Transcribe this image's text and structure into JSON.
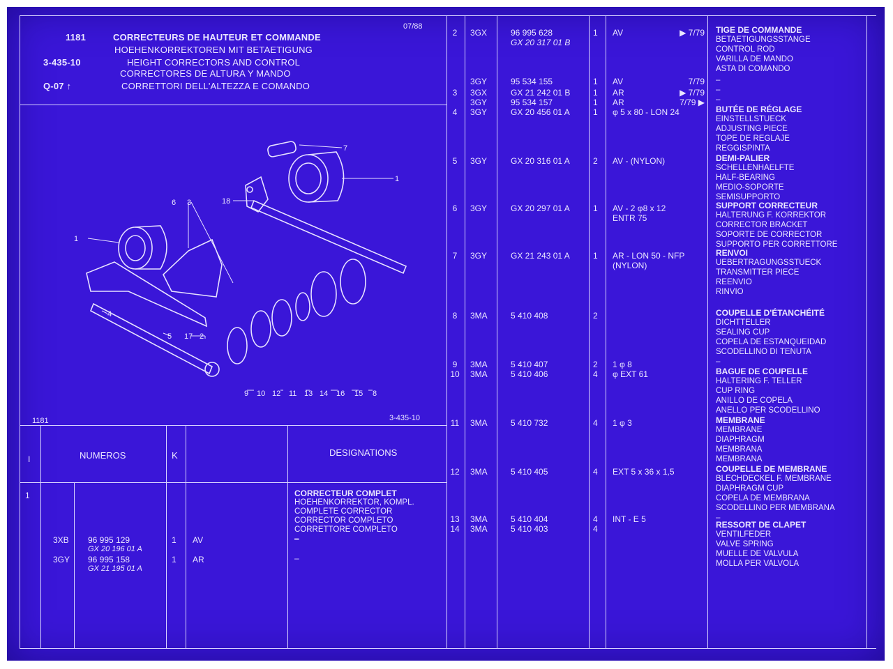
{
  "header": {
    "ref": "1181",
    "date": "07/88",
    "group": "3-435-10",
    "q_code": "Q-07",
    "titles": [
      "CORRECTEURS DE HAUTEUR ET COMMANDE",
      "HOEHENKORREKTOREN MIT BETAETIGUNG",
      "HEIGHT CORRECTORS AND CONTROL",
      "CORRECTORES DE ALTURA Y MANDO",
      "CORRETTORI DELL'ALTEZZA E COMANDO"
    ]
  },
  "drawing": {
    "ref_left": "1181",
    "ref_right": "3-435-10",
    "callouts": {
      "c1a": "1",
      "c1b": "1",
      "c7": "7",
      "c18": "18",
      "c6": "6",
      "c3": "3",
      "c4": "4",
      "c5": "5",
      "c17": "17",
      "c2": "2",
      "c9": "9",
      "c10": "10",
      "c12": "12",
      "c11": "11",
      "c13": "13",
      "c14": "14",
      "c16": "16",
      "c15": "15",
      "c8": "8"
    }
  },
  "table_header": {
    "col_index": "I",
    "col_numbers": "NUMEROS",
    "col_k": "K",
    "col_designations": "DESIGNATIONS"
  },
  "item1": {
    "index": "1",
    "rows": [
      {
        "code": "3XB",
        "number": "96 995 129",
        "alt": "GX 20 196 01 A",
        "qty": "1",
        "note": "AV",
        "dash": "–"
      },
      {
        "code": "3GY",
        "number": "96 995 158",
        "alt": "GX 21 195 01 A",
        "qty": "1",
        "note": "AR",
        "dash": "–"
      }
    ],
    "designation": [
      "CORRECTEUR COMPLET",
      "HOEHENKORREKTOR, KOMPL.",
      "COMPLETE CORRECTOR",
      "CORRECTOR COMPLETO",
      "CORRETTORE COMPLETO",
      "–"
    ]
  },
  "parts": [
    {
      "index": "2",
      "code": "3GX",
      "number": "96 995 628",
      "alt": "GX 20 317 01 B",
      "qty": "1",
      "note": "AV",
      "mark": "▶ 7/79"
    },
    {
      "index": "",
      "code": "3GY",
      "number": "95 534 155",
      "alt": "",
      "qty": "1",
      "note": "AV",
      "mark": "7/79"
    },
    {
      "index": "3",
      "code": "3GX",
      "number": "GX 21 242 01 B",
      "alt": "",
      "qty": "1",
      "note": "AR",
      "mark": "▶ 7/79"
    },
    {
      "index": "",
      "code": "3GY",
      "number": "95 534 157",
      "alt": "",
      "qty": "1",
      "note": "AR",
      "mark": "7/79 ▶"
    },
    {
      "index": "4",
      "code": "3GY",
      "number": "GX 20 456 01 A",
      "alt": "",
      "qty": "1",
      "note": "φ 5 x 80 - LON 24",
      "mark": ""
    },
    {
      "index": "5",
      "code": "3GY",
      "number": "GX 20 316 01 A",
      "alt": "",
      "qty": "2",
      "note": "AV - (NYLON)",
      "mark": ""
    },
    {
      "index": "6",
      "code": "3GY",
      "number": "GX 20 297 01 A",
      "alt": "",
      "qty": "1",
      "note": "AV - 2 φ8 x 12",
      "note2": "ENTR 75",
      "mark": ""
    },
    {
      "index": "7",
      "code": "3GY",
      "number": "GX 21 243 01 A",
      "alt": "",
      "qty": "1",
      "note": "AR - LON 50 - NFP",
      "note2": "(NYLON)",
      "mark": ""
    },
    {
      "index": "8",
      "code": "3MA",
      "number": "5 410 408",
      "alt": "",
      "qty": "2",
      "note": "",
      "mark": ""
    },
    {
      "index": "9",
      "code": "3MA",
      "number": "5 410 407",
      "alt": "",
      "qty": "2",
      "note": "1 φ 8",
      "mark": ""
    },
    {
      "index": "10",
      "code": "3MA",
      "number": "5 410 406",
      "alt": "",
      "qty": "4",
      "note": "φ EXT 61",
      "mark": ""
    },
    {
      "index": "11",
      "code": "3MA",
      "number": "5 410 732",
      "alt": "",
      "qty": "4",
      "note": "1 φ 3",
      "mark": ""
    },
    {
      "index": "12",
      "code": "3MA",
      "number": "5 410 405",
      "alt": "",
      "qty": "4",
      "note": "EXT 5 x 36 x 1,5",
      "mark": ""
    },
    {
      "index": "13",
      "code": "3MA",
      "number": "5 410 404",
      "alt": "",
      "qty": "4",
      "note": "INT - E 5",
      "mark": ""
    },
    {
      "index": "14",
      "code": "3MA",
      "number": "5 410 403",
      "alt": "",
      "qty": "4",
      "note": "",
      "mark": ""
    }
  ],
  "designations": [
    [
      "TIGE DE COMMANDE",
      "BETAETIGUNGSSTANGE",
      "CONTROL ROD",
      "VARILLA DE MANDO",
      "ASTA DI COMANDO",
      "–",
      "–",
      "–"
    ],
    [
      "BUTÉE DE RÉGLAGE",
      "EINSTELLSTUECK",
      "ADJUSTING PIECE",
      "TOPE DE REGLAJE",
      "REGGISPINTA"
    ],
    [
      "DEMI-PALIER",
      "SCHELLENHAELFTE",
      "HALF-BEARING",
      "MEDIO-SOPORTE",
      "SEMISUPPORTO"
    ],
    [
      "SUPPORT CORRECTEUR",
      "HALTERUNG F. KORREKTOR",
      "CORRECTOR BRACKET",
      "SOPORTE DE CORRECTOR",
      "SUPPORTO PER CORRETTORE"
    ],
    [
      "RENVOI",
      "UEBERTRAGUNGSSTUECK",
      "TRANSMITTER PIECE",
      "REENVIO",
      "RINVIO"
    ],
    [
      "COUPELLE D'ÉTANCHÉITÉ",
      "DICHTTELLER",
      "SEALING CUP",
      "COPELA DE ESTANQUEIDAD",
      "SCODELLINO DI TENUTA",
      "–"
    ],
    [
      "BAGUE DE COUPELLE",
      "HALTERING F. TELLER",
      "CUP RING",
      "ANILLO DE COPELA",
      "ANELLO PER SCODELLINO"
    ],
    [
      "MEMBRANE",
      "MEMBRANE",
      "DIAPHRAGM",
      "MEMBRANA",
      "MEMBRANA"
    ],
    [
      "COUPELLE DE MEMBRANE",
      "BLECHDECKEL F. MEMBRANE",
      "DIAPHRAGM CUP",
      "COPELA DE MEMBRANA",
      "SCODELLINO PER MEMBRANA",
      "–"
    ],
    [
      "RESSORT DE CLAPET",
      "VENTILFEDER",
      "VALVE SPRING",
      "MUELLE DE VALVULA",
      "MOLLA PER VALVOLA"
    ]
  ],
  "colors": {
    "sheet": "#3a16d8",
    "ink": "#ebe7ff"
  }
}
